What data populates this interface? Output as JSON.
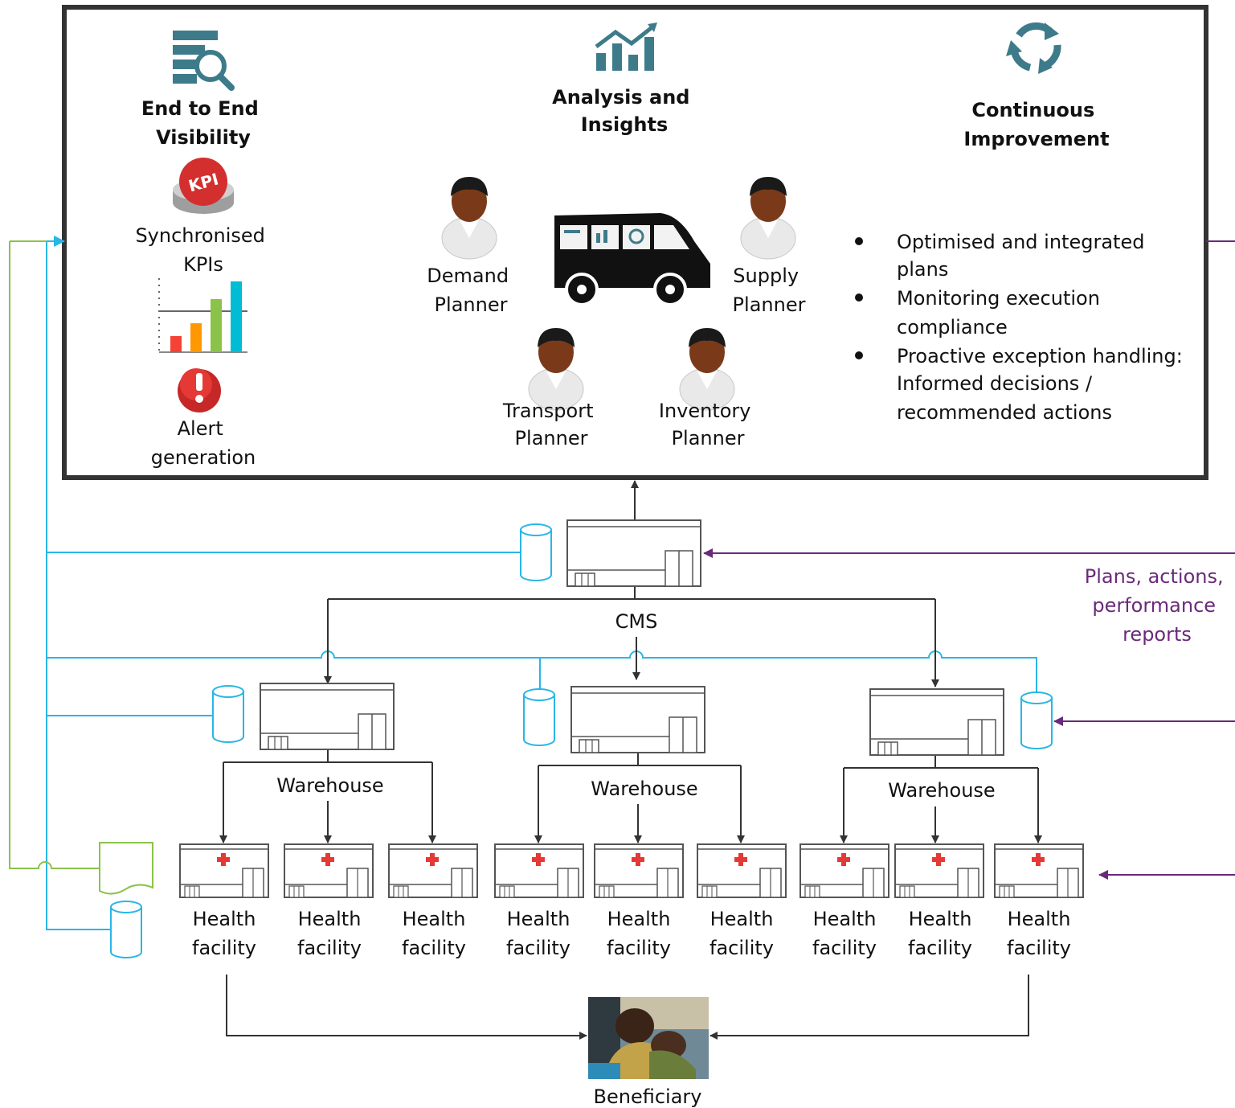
{
  "features": {
    "visibility": "End to End Visibility",
    "analysis": "Analysis and Insights",
    "improvement": "Continuous Improvement",
    "kpis": "Synchronised KPIs",
    "kpi_badge": "KPI",
    "alerts": "Alert generation"
  },
  "planners": {
    "demand": "Demand Planner",
    "supply": "Supply Planner",
    "transport": "Transport Planner",
    "inventory": "Inventory Planner"
  },
  "benefits": [
    "Optimised and integrated plans",
    "Monitoring execution compliance",
    "Proactive exception handling: Informed decisions / recommended actions"
  ],
  "feedback_label": "Plans, actions, performance reports",
  "cms_label": "CMS",
  "warehouse_label": "Warehouse",
  "facility_label": "Health facility",
  "beneficiary_label": "Beneficiary",
  "colors": {
    "data_flow": "#29b6e6",
    "report_flow": "#8bc34a",
    "feedback": "#6a2a7a",
    "cross": "#e53935",
    "frame": "#333333"
  },
  "icons": [
    "magnifier-list-icon",
    "growth-chart-icon",
    "recycle-icon",
    "kpi-button-icon",
    "bar-chart-icon",
    "alert-icon",
    "planner-person-icon",
    "van-icon",
    "database-icon",
    "document-icon",
    "building-icon",
    "beneficiary-photo"
  ]
}
